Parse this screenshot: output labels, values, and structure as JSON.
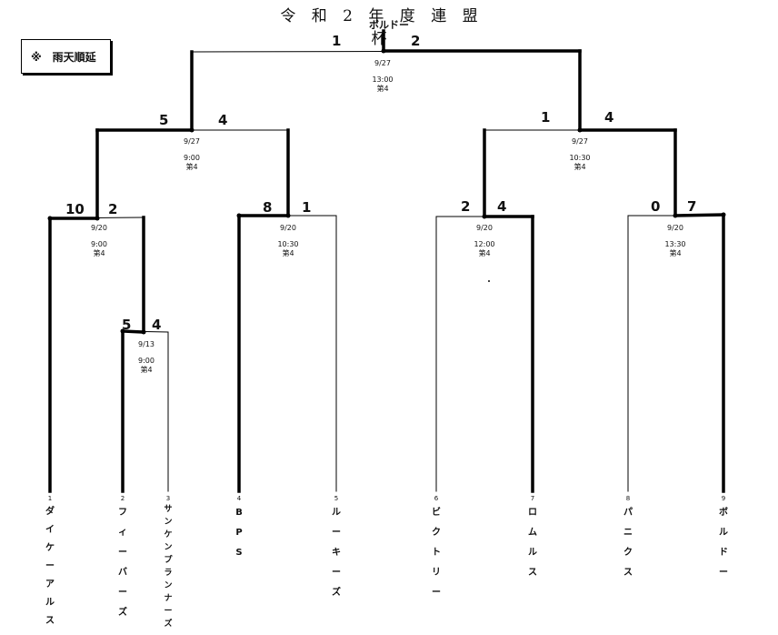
{
  "title": "令 和 2 年 度 連 盟 杯",
  "champion": "ボルドー",
  "notice": "※　雨天順延",
  "teams": [
    {
      "no": "1",
      "name": "ダイケーアルス"
    },
    {
      "no": "2",
      "name": "フィーバーズ"
    },
    {
      "no": "3",
      "name": "サンケンプランナーズ"
    },
    {
      "no": "4",
      "name": "BPS"
    },
    {
      "no": "5",
      "name": "ルーキーズ"
    },
    {
      "no": "6",
      "name": "ビクトリー"
    },
    {
      "no": "7",
      "name": "ロムルス"
    },
    {
      "no": "8",
      "name": "パニクス"
    },
    {
      "no": "9",
      "name": "ボルドー"
    }
  ],
  "matches": {
    "m0": {
      "left": "5",
      "right": "4",
      "date": "9/13",
      "time": "9:00",
      "venue": "第4"
    },
    "m1": {
      "left": "10",
      "right": "2",
      "date": "9/20",
      "time": "9:00",
      "venue": "第4"
    },
    "m2": {
      "left": "8",
      "right": "1",
      "date": "9/20",
      "time": "10:30",
      "venue": "第4"
    },
    "m3": {
      "left": "2",
      "right": "4",
      "date": "9/20",
      "time": "12:00",
      "venue": "第4"
    },
    "m4": {
      "left": "0",
      "right": "7",
      "date": "9/20",
      "time": "13:30",
      "venue": "第4"
    },
    "sf1": {
      "left": "5",
      "right": "4",
      "date": "9/27",
      "time": "9:00",
      "venue": "第4"
    },
    "sf2": {
      "left": "1",
      "right": "4",
      "date": "9/27",
      "time": "10:30",
      "venue": "第4"
    },
    "final": {
      "left": "1",
      "right": "2",
      "date": "9/27",
      "time": "13:00",
      "venue": "第4"
    }
  }
}
